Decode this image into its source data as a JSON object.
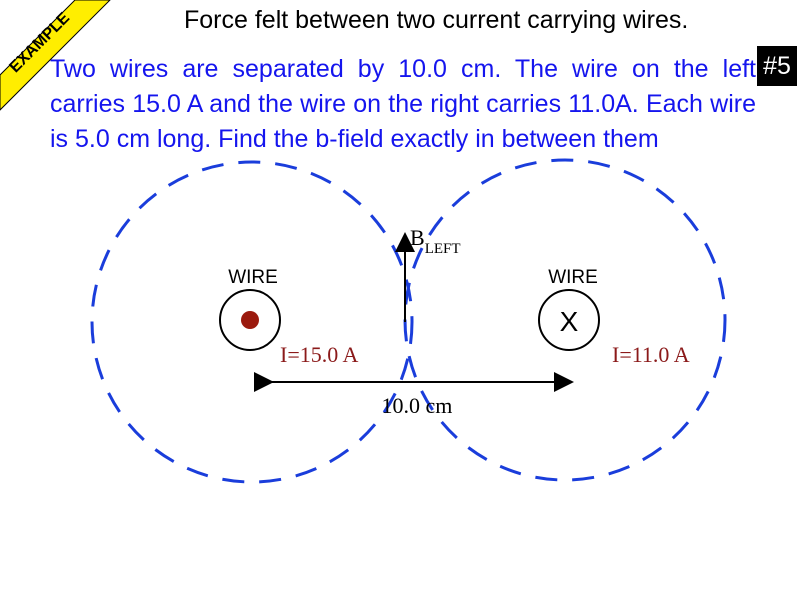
{
  "ribbon": {
    "text": "EXAMPLE",
    "color": "#ffee00"
  },
  "title": "Force felt between two current carrying wires.",
  "number_badge": "#5",
  "problem_text": "Two wires are separated by 10.0 cm. The wire on the left carries 15.0 A and the wire on the right carries 11.0A. Each wire is 5.0 cm long. Find the b-field exactly in between them",
  "diagram": {
    "left_wire": {
      "label": "WIRE",
      "current": "I=15.0 A",
      "symbol": "dot"
    },
    "right_wire": {
      "label": "WIRE",
      "current": "I=11.0 A",
      "symbol": "X"
    },
    "b_field_label": {
      "main": "B",
      "subscript": "LEFT"
    },
    "separation_label": "10.0 cm",
    "colors": {
      "field_lines": "#1a3ddb",
      "current_text": "#8b1a1a",
      "dot": "#9b1a0e",
      "text": "#1515ee"
    }
  }
}
